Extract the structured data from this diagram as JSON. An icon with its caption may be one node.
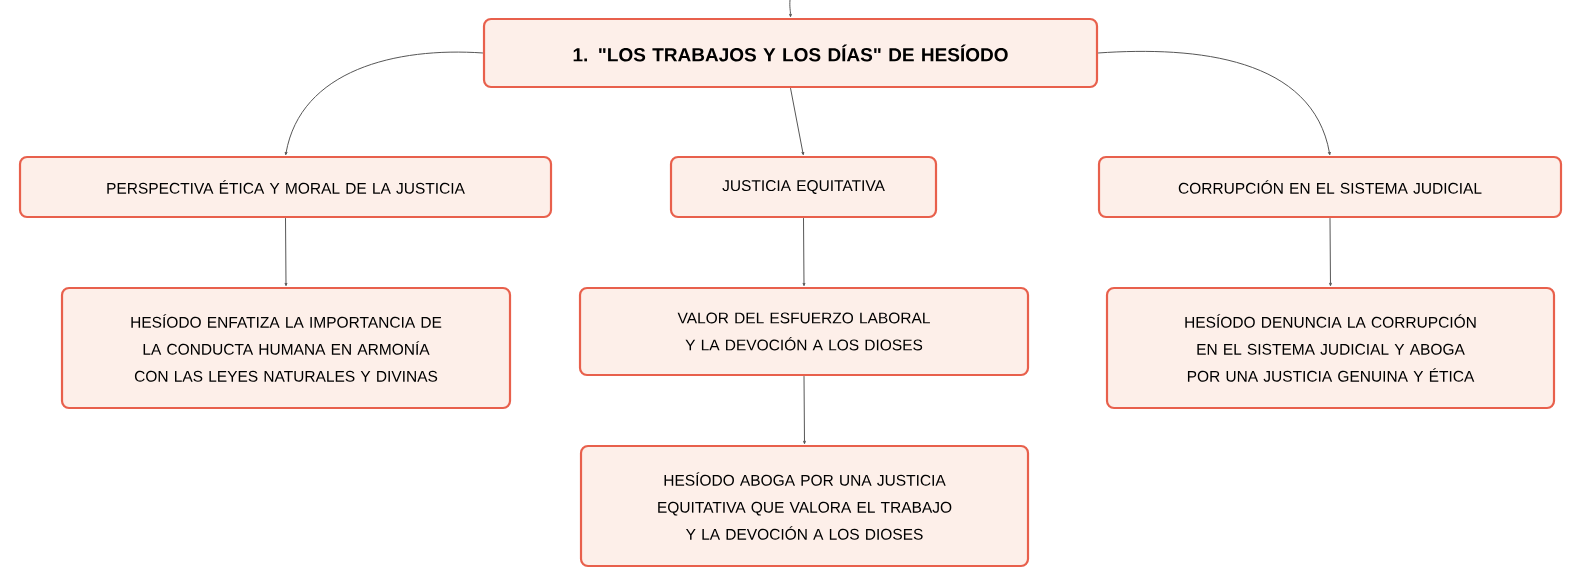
{
  "diagram": {
    "nodes": [
      {
        "text": [
          "1. \"LOS TRABAJOS Y LOS DÍAS\" DE HESÍODO"
        ]
      },
      {
        "text": [
          "PERSPECTIVA ÉTICA Y MORAL DE LA JUSTICIA"
        ]
      },
      {
        "text": [
          "JUSTICIA EQUITATIVA"
        ]
      },
      {
        "text": [
          "CORRUPCIÓN EN EL SISTEMA JUDICIAL"
        ]
      },
      {
        "text": [
          "HESÍODO ENFATIZA LA IMPORTANCIA DE LA CONDUCTA HUMANA EN ARMONÍA CON LAS LEYES NATURALES Y DIVINAS"
        ]
      },
      {
        "text": [
          "VALOR DEL ESFUERZO LABORAL Y LA DEVOCIÓN A LOS DIOSES"
        ]
      },
      {
        "text": [
          "HESÍODO ABOGA POR UNA JUSTICIA EQUITATIVA QUE VALORA EL TRABAJO Y LA DEVOCIÓN A LOS DIOSES"
        ]
      },
      {
        "text": [
          "HESÍODO DENUNCIA LA CORRUPCIÓN EN EL SISTEMA JUDICIAL Y ABOGA POR UNA JUSTICIA GENUINA Y ÉTICA"
        ]
      }
    ],
    "edges": [
      {
        "from": null,
        "to": 0,
        "arrow": "to"
      },
      {
        "from": 0,
        "to": 1,
        "arrow": "to"
      },
      {
        "from": 0,
        "to": 2,
        "arrow": "to"
      },
      {
        "from": 0,
        "to": 3,
        "arrow": "to"
      },
      {
        "from": 1,
        "to": 4,
        "arrow": "to"
      },
      {
        "from": 2,
        "to": 5,
        "arrow": "to"
      },
      {
        "from": 5,
        "to": 6,
        "arrow": "to"
      },
      {
        "from": 3,
        "to": 7,
        "arrow": "to"
      }
    ]
  }
}
